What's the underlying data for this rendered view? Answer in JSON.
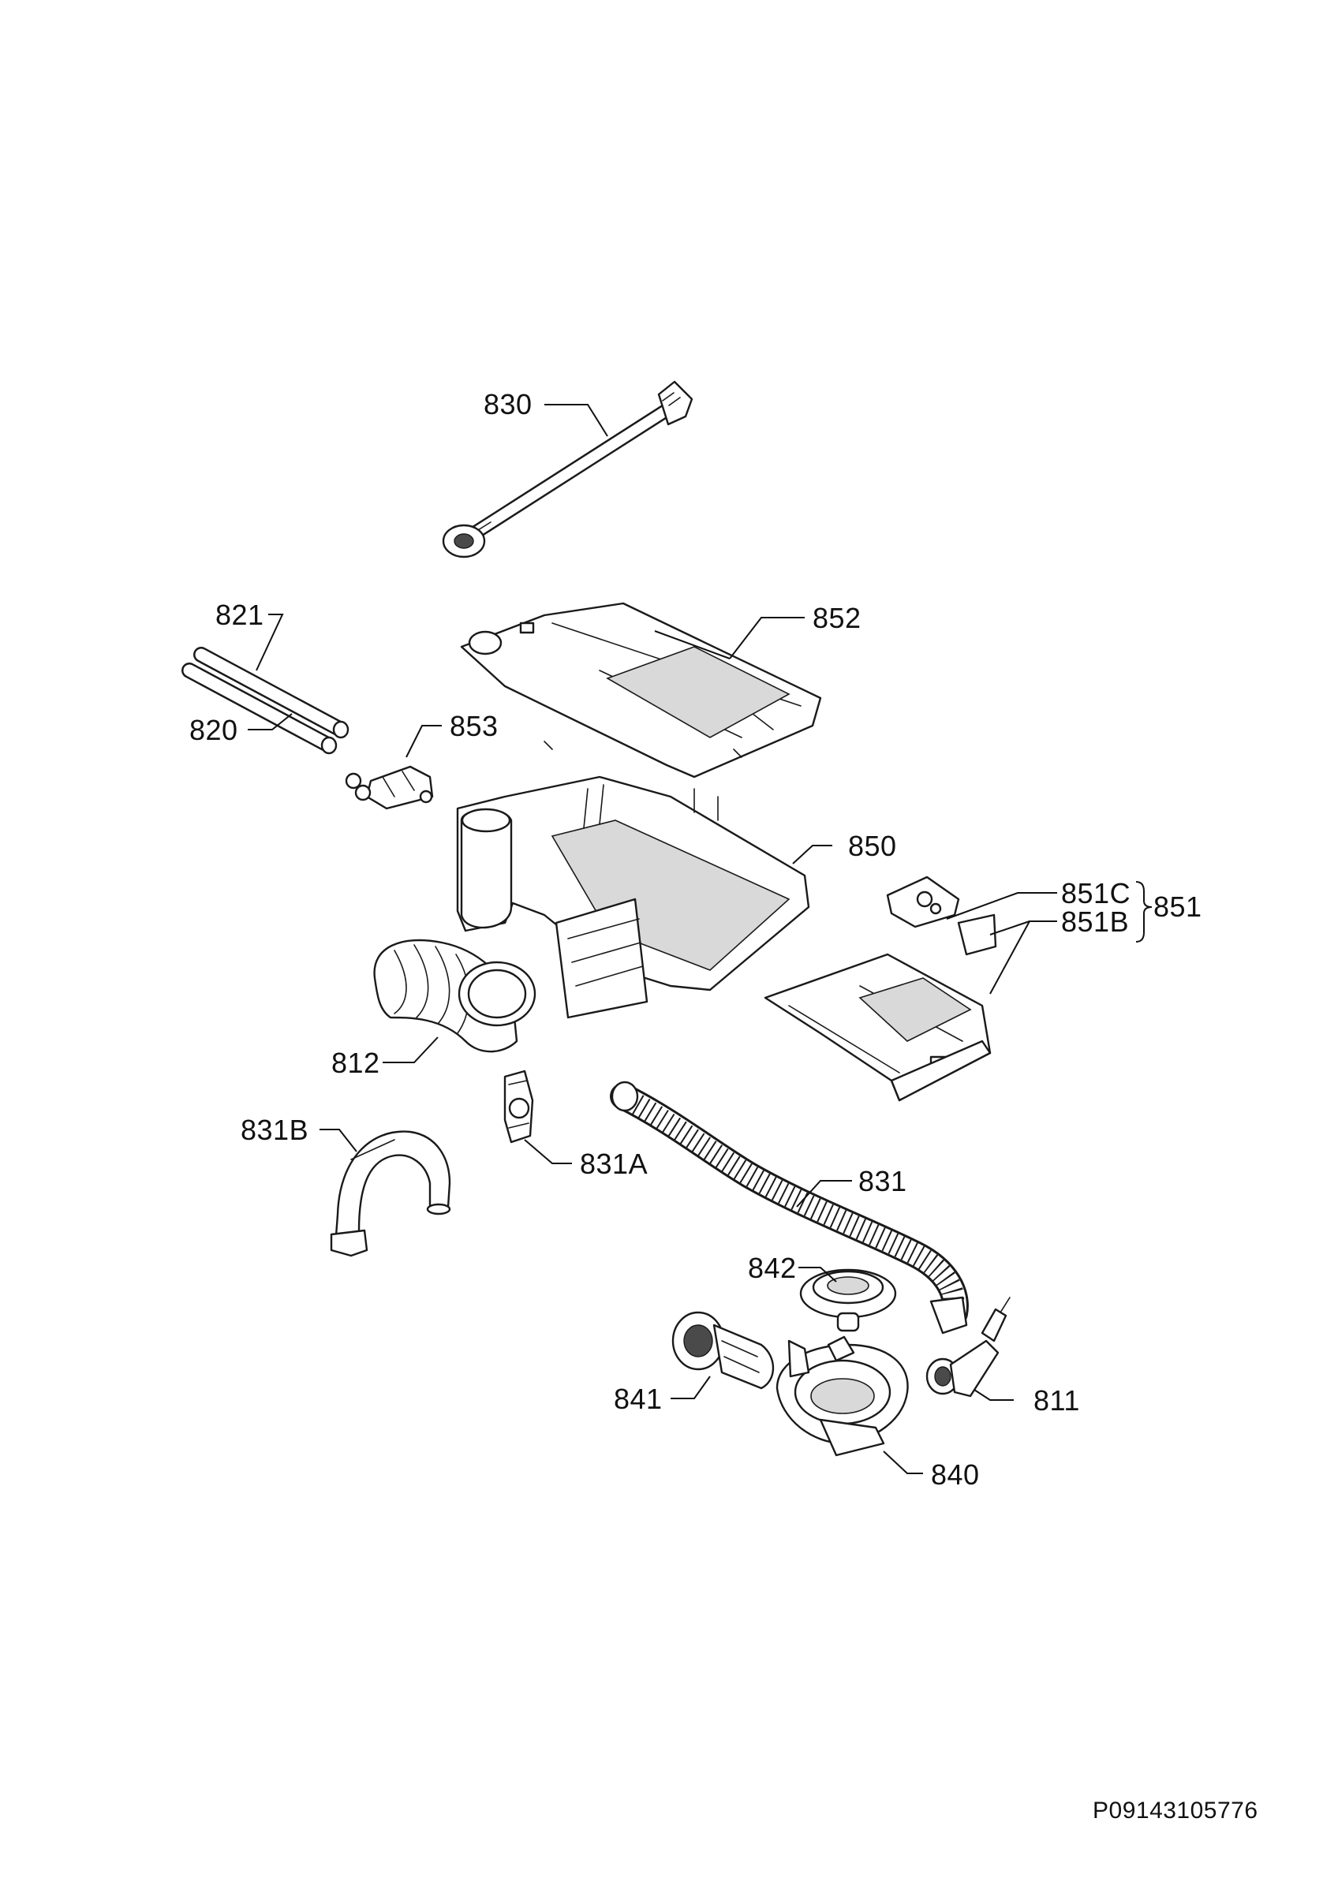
{
  "labels": {
    "p830": "830",
    "p821": "821",
    "p820": "820",
    "p852": "852",
    "p853": "853",
    "p850": "850",
    "p851C": "851C",
    "p851B": "851B",
    "p851": "851",
    "p812": "812",
    "p831B": "831B",
    "p831A": "831A",
    "p831": "831",
    "p842": "842",
    "p841": "841",
    "p811": "811",
    "p840": "840"
  },
  "document_id": "P09143105776"
}
